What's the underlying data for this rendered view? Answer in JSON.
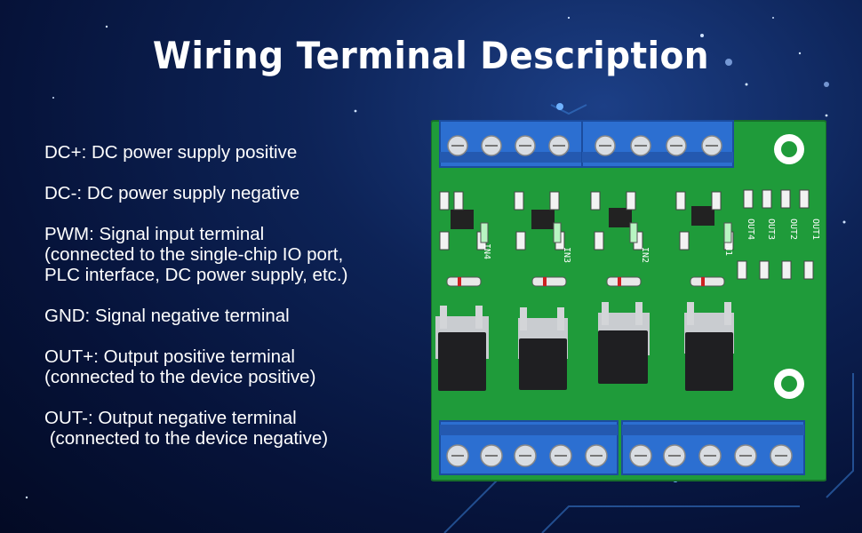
{
  "title": "Wiring Terminal Description",
  "descriptions": [
    {
      "line1": "DC+: DC power supply positive"
    },
    {
      "line1": "DC-: DC power supply negative"
    },
    {
      "line1": "PWM: Signal input terminal",
      "line2": "(connected to the single-chip IO port,",
      "line3": "PLC interface, DC power supply, etc.)"
    },
    {
      "line1": "GND: Signal negative terminal"
    },
    {
      "line1": "OUT+: Output positive terminal",
      "line2": "(connected to the device positive)"
    },
    {
      "line1": "OUT-: Output negative terminal",
      "line2": " (connected to the device negative)"
    }
  ],
  "board_labels": {
    "in4": "IN4",
    "in3": "IN3",
    "in2": "IN2",
    "in1": "IN1",
    "out4": "OUT4",
    "out3": "OUT3",
    "out2": "OUT2",
    "out1": "OUT1"
  },
  "colors": {
    "pcb": "#1f9b3a",
    "terminal": "#2c6fd1",
    "background": "#0d2357"
  }
}
